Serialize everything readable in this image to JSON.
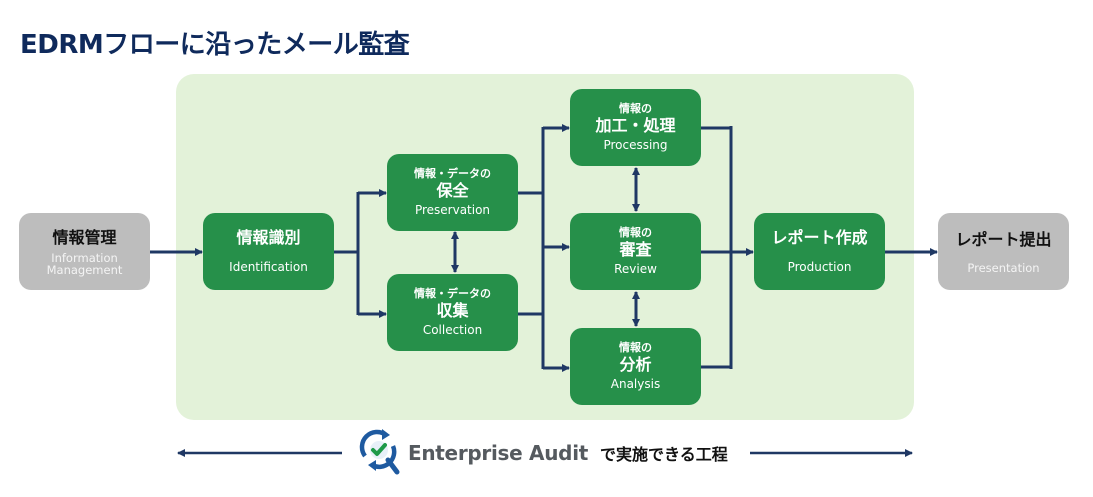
{
  "title": "EDRMフローに沿ったメール監査",
  "colors": {
    "title": "#0f2a5c",
    "panel_bg": "#e3f2d9",
    "step_green": "#26904a",
    "step_gray": "#bdbdbd",
    "connector": "#1f3864"
  },
  "steps": {
    "information_management": {
      "main": "情報管理",
      "sub": "Information Management",
      "style": "gray"
    },
    "identification": {
      "main": "情報識別",
      "sub": "Identification",
      "style": "green"
    },
    "preservation": {
      "sup": "情報・データの",
      "main": "保全",
      "sub": "Preservation",
      "style": "green"
    },
    "collection": {
      "sup": "情報・データの",
      "main": "収集",
      "sub": "Collection",
      "style": "green"
    },
    "processing": {
      "sup": "情報の",
      "main": "加工・処理",
      "sub": "Processing",
      "style": "green"
    },
    "review": {
      "sup": "情報の",
      "main": "審査",
      "sub": "Review",
      "style": "green"
    },
    "analysis": {
      "sup": "情報の",
      "main": "分析",
      "sub": "Analysis",
      "style": "green"
    },
    "production": {
      "main": "レポート作成",
      "sub": "Production",
      "style": "green"
    },
    "presentation": {
      "main": "レポート提出",
      "sub": "Presentation",
      "style": "gray"
    }
  },
  "connections": [
    {
      "from": "information_management",
      "to": "identification",
      "type": "arrow"
    },
    {
      "from": "identification",
      "to": "preservation",
      "type": "arrow"
    },
    {
      "from": "identification",
      "to": "collection",
      "type": "arrow"
    },
    {
      "from": "preservation",
      "to": "collection",
      "type": "bidirectional"
    },
    {
      "from": "preservation",
      "to": "processing",
      "type": "arrow"
    },
    {
      "from": "preservation",
      "to": "review",
      "type": "arrow"
    },
    {
      "from": "preservation",
      "to": "analysis",
      "type": "arrow"
    },
    {
      "from": "collection",
      "to": "processing",
      "type": "arrow"
    },
    {
      "from": "collection",
      "to": "review",
      "type": "arrow"
    },
    {
      "from": "collection",
      "to": "analysis",
      "type": "arrow"
    },
    {
      "from": "processing",
      "to": "review",
      "type": "bidirectional"
    },
    {
      "from": "review",
      "to": "analysis",
      "type": "bidirectional"
    },
    {
      "from": "processing",
      "to": "production",
      "type": "arrow"
    },
    {
      "from": "review",
      "to": "production",
      "type": "arrow"
    },
    {
      "from": "analysis",
      "to": "production",
      "type": "arrow"
    },
    {
      "from": "production",
      "to": "presentation",
      "type": "arrow"
    }
  ],
  "footer": {
    "logo_icon": "magnifier-check-refresh-icon",
    "brand": "Enterprise Audit",
    "suffix": "で実施できる工程",
    "range_arrow": "double-headed span arrow"
  }
}
